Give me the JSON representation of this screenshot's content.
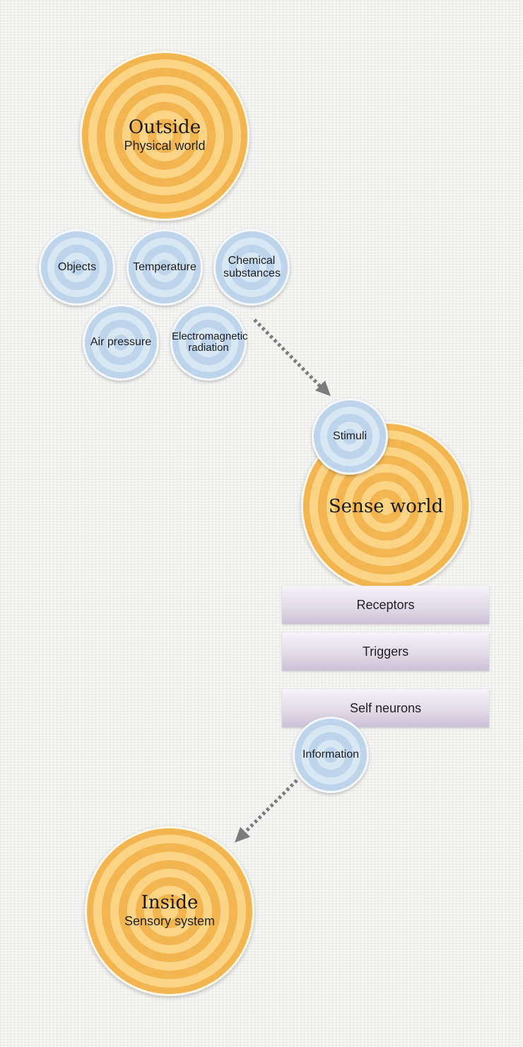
{
  "outside": {
    "title": "Outside",
    "subtitle": "Physical world"
  },
  "stimulus_types": {
    "objects": "Objects",
    "temperature": "Temperature",
    "chemical": "Chemical substances",
    "air_pressure": "Air pressure",
    "electromagnetic": "Electromagnetic radiation"
  },
  "stimuli": "Stimuli",
  "sense_world": {
    "title": "Sense world"
  },
  "layers": [
    "Receptors",
    "Triggers",
    "Self neurons"
  ],
  "information": "Information",
  "inside": {
    "title": "Inside",
    "subtitle": "Sensory system"
  },
  "colors": {
    "orange_light": "#fbd486",
    "orange_dark": "#f2b550",
    "blue_light": "#d8e7f4",
    "blue_dark": "#bdd4eb",
    "arrow": "#7b7b7b"
  }
}
